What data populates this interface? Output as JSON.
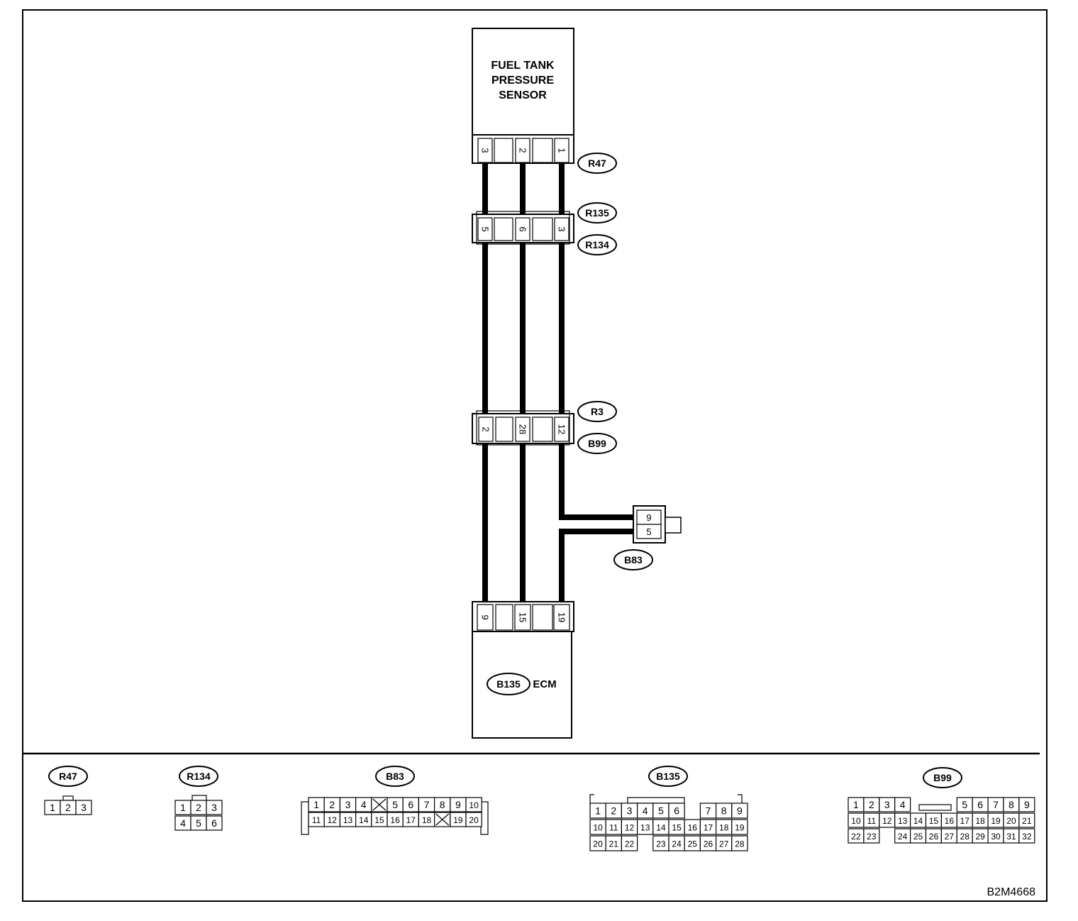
{
  "sensor": {
    "lines": [
      "FUEL TANK",
      "PRESSURE",
      "SENSOR"
    ]
  },
  "ecm": {
    "connector": "B135",
    "label": "ECM"
  },
  "sensor_connector": {
    "id": "R47",
    "pins": [
      "3",
      "2",
      "1"
    ]
  },
  "joint1": {
    "upper_id": "R135",
    "lower_id": "R134",
    "pins": [
      "5",
      "6",
      "3"
    ]
  },
  "joint2": {
    "upper_id": "R3",
    "lower_id": "B99",
    "pins": [
      "2",
      "28",
      "12"
    ]
  },
  "ecm_connector": {
    "pins": [
      "9",
      "15",
      "19"
    ]
  },
  "b83": {
    "id": "B83",
    "pins": [
      "9",
      "5"
    ]
  },
  "footer": {
    "r47": {
      "id": "R47",
      "pins": [
        "1",
        "2",
        "3"
      ]
    },
    "r134": {
      "id": "R134",
      "row1": [
        "1",
        "2",
        "3"
      ],
      "row2": [
        "4",
        "5",
        "6"
      ]
    },
    "b83": {
      "id": "B83",
      "row1": [
        "1",
        "2",
        "3",
        "4",
        "",
        "5",
        "6",
        "7",
        "8",
        "9",
        "10"
      ],
      "row2": [
        "11",
        "12",
        "13",
        "14",
        "15",
        "16",
        "17",
        "18",
        "",
        "19",
        "20"
      ]
    },
    "b135": {
      "id": "B135",
      "row1": [
        "1",
        "2",
        "3",
        "4",
        "5",
        "6",
        "",
        "7",
        "8",
        "9"
      ],
      "row2": [
        "10",
        "11",
        "12",
        "13",
        "14",
        "15",
        "16",
        "17",
        "18",
        "19"
      ],
      "row3": [
        "20",
        "21",
        "22",
        "",
        "23",
        "24",
        "25",
        "26",
        "27",
        "28"
      ]
    },
    "b99": {
      "id": "B99",
      "row1": [
        "1",
        "2",
        "3",
        "4",
        "",
        "",
        "",
        "5",
        "6",
        "7",
        "8",
        "9"
      ],
      "row2": [
        "10",
        "11",
        "12",
        "13",
        "14",
        "15",
        "16",
        "17",
        "18",
        "19",
        "20",
        "21"
      ],
      "row3": [
        "22",
        "23",
        "",
        "24",
        "25",
        "26",
        "27",
        "28",
        "29",
        "30",
        "31",
        "32"
      ]
    }
  },
  "code": "B2M4668"
}
